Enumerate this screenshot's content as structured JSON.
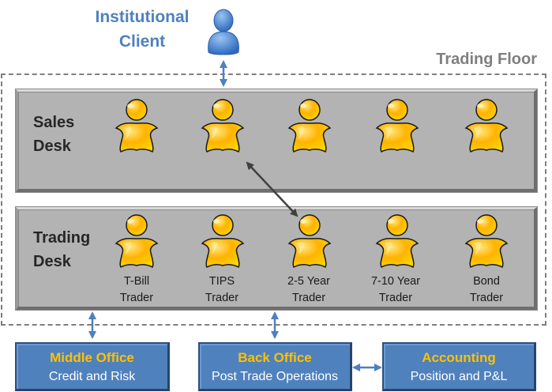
{
  "client": {
    "title_line1": "Institutional",
    "title_line2": "Client",
    "icon": "blue-person-icon",
    "color": "#4f81bd"
  },
  "trading_floor": {
    "title": "Trading Floor",
    "sales_desk": {
      "label_line1": "Sales",
      "label_line2": "Desk",
      "people_count": 5
    },
    "trading_desk": {
      "label_line1": "Trading",
      "label_line2": "Desk",
      "traders": [
        {
          "line1": "T-Bill",
          "line2": "Trader"
        },
        {
          "line1": "TIPS",
          "line2": "Trader"
        },
        {
          "line1": "2-5 Year",
          "line2": "Trader"
        },
        {
          "line1": "7-10 Year",
          "line2": "Trader"
        },
        {
          "line1": "Bond",
          "line2": "Trader"
        }
      ]
    }
  },
  "offices": [
    {
      "title": "Middle Office",
      "subtitle": "Credit and Risk"
    },
    {
      "title": "Back Office",
      "subtitle": "Post Trade Operations"
    },
    {
      "title": "Accounting",
      "subtitle": "Position and P&L"
    }
  ],
  "colors": {
    "office_fill": "#4f81bd",
    "office_title": "#ffc000",
    "desk_fill": "#b3b3b3",
    "person_fill": "#ffc000",
    "arrow_blue": "#4f81bd",
    "arrow_dark": "#404040"
  }
}
